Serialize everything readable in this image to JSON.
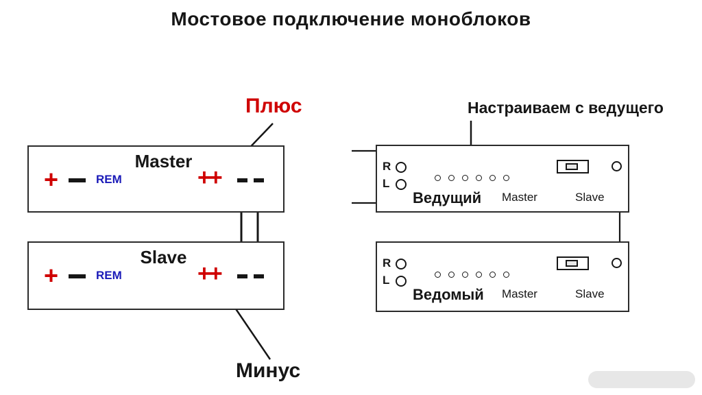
{
  "title": "Мостовое подключение моноблоков",
  "colors": {
    "plus_red": "#cf0000",
    "rem_blue": "#1a1ab8",
    "ink": "#161616"
  },
  "left_diagram": {
    "plus_label": "Плюс",
    "minus_label": "Минус",
    "master": {
      "name": "Master",
      "plus": "+",
      "rem": "REM",
      "bridged_plus": "++"
    },
    "slave": {
      "name": "Slave",
      "plus": "+",
      "rem": "REM",
      "bridged_plus": "++"
    }
  },
  "right_diagram": {
    "note": "Настраиваем с ведущего",
    "leading": {
      "name": "Ведущий",
      "channel_r": "R",
      "channel_l": "L",
      "master_label": "Master",
      "slave_label": "Slave"
    },
    "driven": {
      "name": "Ведомый",
      "channel_r": "R",
      "channel_l": "L",
      "master_label": "Master",
      "slave_label": "Slave"
    }
  }
}
